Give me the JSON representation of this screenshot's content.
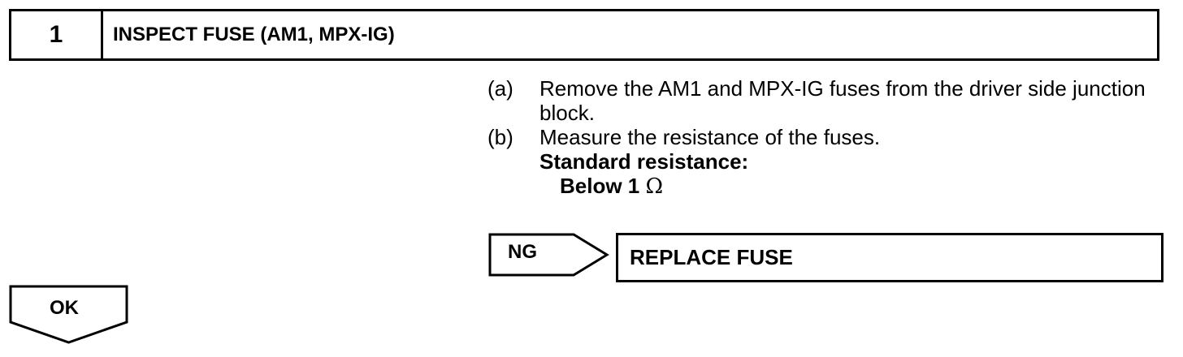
{
  "step": {
    "number": "1",
    "title": "INSPECT FUSE (AM1, MPX-IG)"
  },
  "instructions": [
    {
      "marker": "(a)",
      "text": "Remove the AM1 and MPX-IG fuses from the driver side junction block."
    },
    {
      "marker": "(b)",
      "text": "Measure the resistance of the fuses.",
      "spec_label": "Standard resistance:",
      "spec_value": "Below 1",
      "spec_unit": "Ω"
    }
  ],
  "ng_branch": {
    "label": "NG",
    "result": "REPLACE FUSE"
  },
  "ok_branch": {
    "label": "OK"
  }
}
